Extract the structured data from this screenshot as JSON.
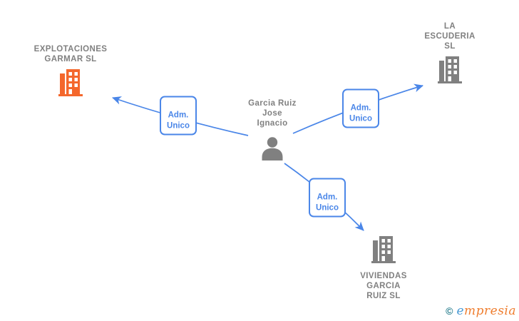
{
  "diagram": {
    "nodes": {
      "company_top_left": {
        "name": "EXPLOTACIONES\nGARMAR SL",
        "icon": "building-icon",
        "icon_color": "#F4672C"
      },
      "company_top_right": {
        "name": "LA\nESCUDERIA\nSL",
        "icon": "building-icon",
        "icon_color": "#808080"
      },
      "person_center": {
        "name": "Garcia Ruiz\nJose\nIgnacio",
        "icon": "person-icon",
        "icon_color": "#808080"
      },
      "company_bottom": {
        "name": "VIVIENDAS\nGARCIA\nRUIZ SL",
        "icon": "building-icon",
        "icon_color": "#808080"
      }
    },
    "edges": [
      {
        "from": "person_center",
        "to": "company_top_left",
        "label": "Adm.\nUnico"
      },
      {
        "from": "person_center",
        "to": "company_top_right",
        "label": "Adm.\nUnico"
      },
      {
        "from": "person_center",
        "to": "company_bottom",
        "label": "Adm.\nUnico"
      }
    ],
    "colors": {
      "edge_blue": "#4A86E8",
      "entity_gray": "#808080",
      "highlight_orange": "#F4672C"
    }
  },
  "watermark": {
    "copyright_symbol": "©",
    "brand_first_letter": "e",
    "brand_rest": "mpresia",
    "copyright_color": "#2A7F8F",
    "brand_first_color": "#4A9BD5",
    "brand_rest_color": "#EF7D2E"
  }
}
